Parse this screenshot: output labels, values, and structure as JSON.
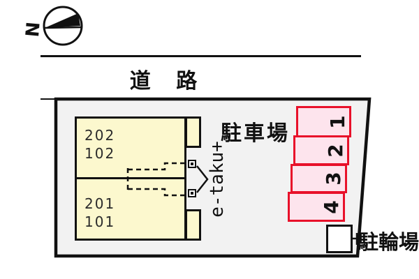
{
  "compass": {
    "north_label": "N"
  },
  "road": {
    "label": "道 路"
  },
  "site": {
    "building": {
      "upper_unit": {
        "line1": "202",
        "line2": "102"
      },
      "lower_unit": {
        "line1": "201",
        "line2": "101"
      },
      "brand": "e-taku+"
    },
    "parking": {
      "label": "駐車場",
      "spaces": [
        {
          "number": "1"
        },
        {
          "number": "2"
        },
        {
          "number": "3"
        },
        {
          "number": "4"
        }
      ]
    },
    "bicycle": {
      "label": "駐輪場"
    }
  },
  "colors": {
    "line": "#111111",
    "site_fill": "#F2F2F2",
    "building_fill": "#FCF8CE",
    "parking_fill": "#FDE4ED",
    "parking_border": "#E8112A"
  }
}
